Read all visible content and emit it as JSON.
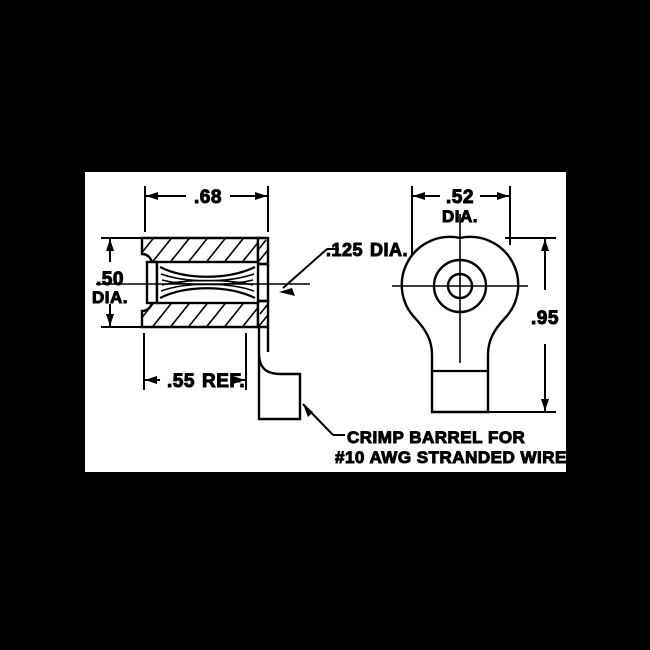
{
  "drawing": {
    "title": "Ring terminal / bushing engineering drawing",
    "background_color": "#000000",
    "sheet_color": "#ffffff",
    "line_color": "#000000",
    "views": {
      "section_view": {
        "name": "side-section-view",
        "dimensions": {
          "overall_length": ".68",
          "barrel_diameter": ".50",
          "barrel_diameter_note": "DIA.",
          "reference_length": ".55",
          "reference_suffix": "REF.",
          "bore_diameter": ".125",
          "bore_diameter_note": "DIA."
        }
      },
      "end_view": {
        "name": "end-ring-view",
        "dimensions": {
          "ring_width": ".52",
          "ring_width_note": "DIA.",
          "overall_height": ".95"
        }
      }
    },
    "callouts": {
      "crimp_barrel_line1": "CRIMP BARREL FOR",
      "crimp_barrel_line2": "#10 AWG STRANDED WIRE"
    }
  }
}
